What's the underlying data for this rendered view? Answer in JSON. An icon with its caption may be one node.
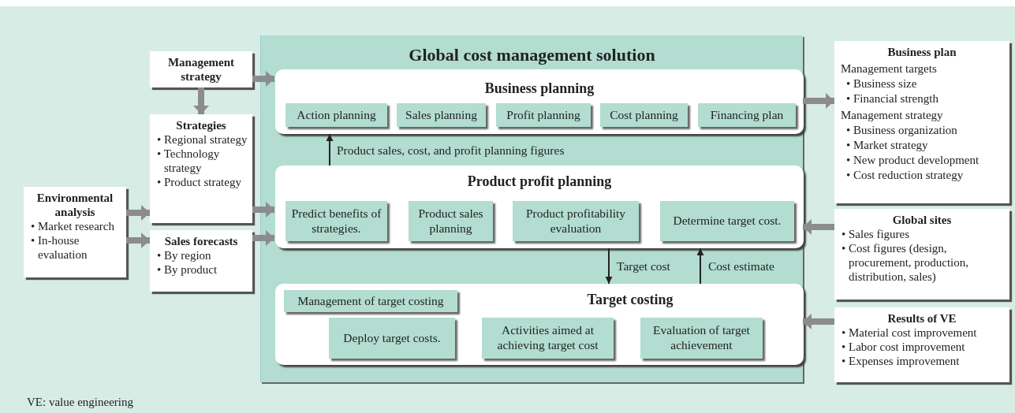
{
  "diagram": {
    "nodes": [
      {
        "text": [
          "Management strategy"
        ]
      },
      {
        "text": [
          "Strategies",
          "• Regional strategy",
          "• Technology strategy",
          "• Product strategy"
        ]
      },
      {
        "text": [
          "Environmental analysis",
          "• Market research",
          "• In-house evaluation"
        ]
      },
      {
        "text": [
          "Sales forecasts",
          "• By region",
          "• By product"
        ]
      },
      {
        "text": [
          "Global cost management solution"
        ]
      },
      {
        "text": [
          "Business planning"
        ],
        "in": 4
      },
      {
        "text": [
          "Action planning"
        ],
        "in": 5
      },
      {
        "text": [
          "Sales planning"
        ],
        "in": 5
      },
      {
        "text": [
          "Profit planning"
        ],
        "in": 5
      },
      {
        "text": [
          "Cost planning"
        ],
        "in": 5
      },
      {
        "text": [
          "Financing plan"
        ],
        "in": 5
      },
      {
        "text": [
          "Product profit planning"
        ],
        "in": 4
      },
      {
        "text": [
          "Predict benefits of strategies."
        ],
        "in": 11
      },
      {
        "text": [
          "Product sales planning"
        ],
        "in": 11
      },
      {
        "text": [
          "Product profitability evaluation"
        ],
        "in": 11
      },
      {
        "text": [
          "Determine target cost."
        ],
        "in": 11
      },
      {
        "text": [
          "Target costing"
        ],
        "in": 4
      },
      {
        "text": [
          "Management of target costing"
        ],
        "in": 16
      },
      {
        "text": [
          "Deploy target costs."
        ],
        "in": 16
      },
      {
        "text": [
          "Activities aimed at achieving target cost"
        ],
        "in": 16
      },
      {
        "text": [
          "Evaluation of target achievement"
        ],
        "in": 16
      },
      {
        "text": [
          "Business plan",
          "Management targets",
          "• Business size",
          "• Financial strength",
          "Management strategy",
          "• Business organization",
          "• Market strategy",
          "• New product development",
          "• Cost reduction strategy"
        ]
      },
      {
        "text": [
          "Global sites",
          "• Sales figures",
          "• Cost figures (design, procurement, production, distribution, sales)"
        ]
      },
      {
        "text": [
          "Results of VE",
          "• Material cost improvement",
          "• Labor cost improvement",
          "• Expenses improvement"
        ]
      }
    ],
    "edges": [
      {
        "from": 0,
        "to": 5,
        "arrow": "to"
      },
      {
        "from": 0,
        "to": 1,
        "arrow": "to"
      },
      {
        "from": 2,
        "to": 1,
        "arrow": "to"
      },
      {
        "from": 2,
        "to": 3,
        "arrow": "to"
      },
      {
        "from": 1,
        "to": 11,
        "arrow": "to"
      },
      {
        "from": 3,
        "to": 11,
        "arrow": "to"
      },
      {
        "from": 5,
        "to": 21,
        "arrow": "to"
      },
      {
        "from": 22,
        "to": 11,
        "arrow": "to"
      },
      {
        "from": 23,
        "to": 16,
        "arrow": "to"
      },
      {
        "from": 11,
        "to": 5,
        "arrow": "to",
        "label": "Product sales, cost, and profit planning figures",
        "color": "#222222"
      },
      {
        "from": 11,
        "to": 16,
        "arrow": "to",
        "label": "Target cost",
        "color": "#222222"
      },
      {
        "from": 16,
        "to": 11,
        "arrow": "to",
        "label": "Cost estimate",
        "color": "#222222"
      }
    ],
    "labels": [
      "VE: value engineering"
    ]
  }
}
